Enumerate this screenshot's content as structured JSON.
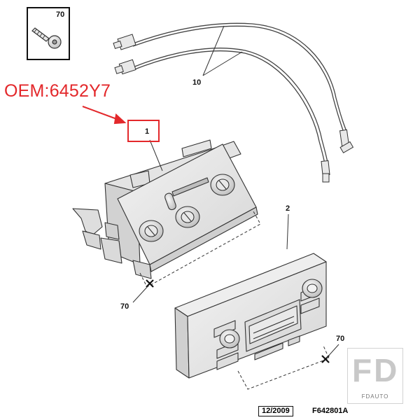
{
  "diagram": {
    "oem_label": "OEM:6452Y7",
    "screw_box_ref": "70",
    "callout_part": "1",
    "labels": {
      "cables": "10",
      "panel_2": "2",
      "screw_left": "70",
      "screw_right": "70"
    },
    "footer": {
      "date": "12/2009",
      "reference": "F642801A"
    },
    "logo": {
      "letters": "FD",
      "subtitle": "FDAUTO"
    },
    "colors": {
      "accent_red": "#e3282b",
      "line": "#333333",
      "part_fill": "#ececec",
      "logo_grey": "#c8c8c8"
    }
  }
}
